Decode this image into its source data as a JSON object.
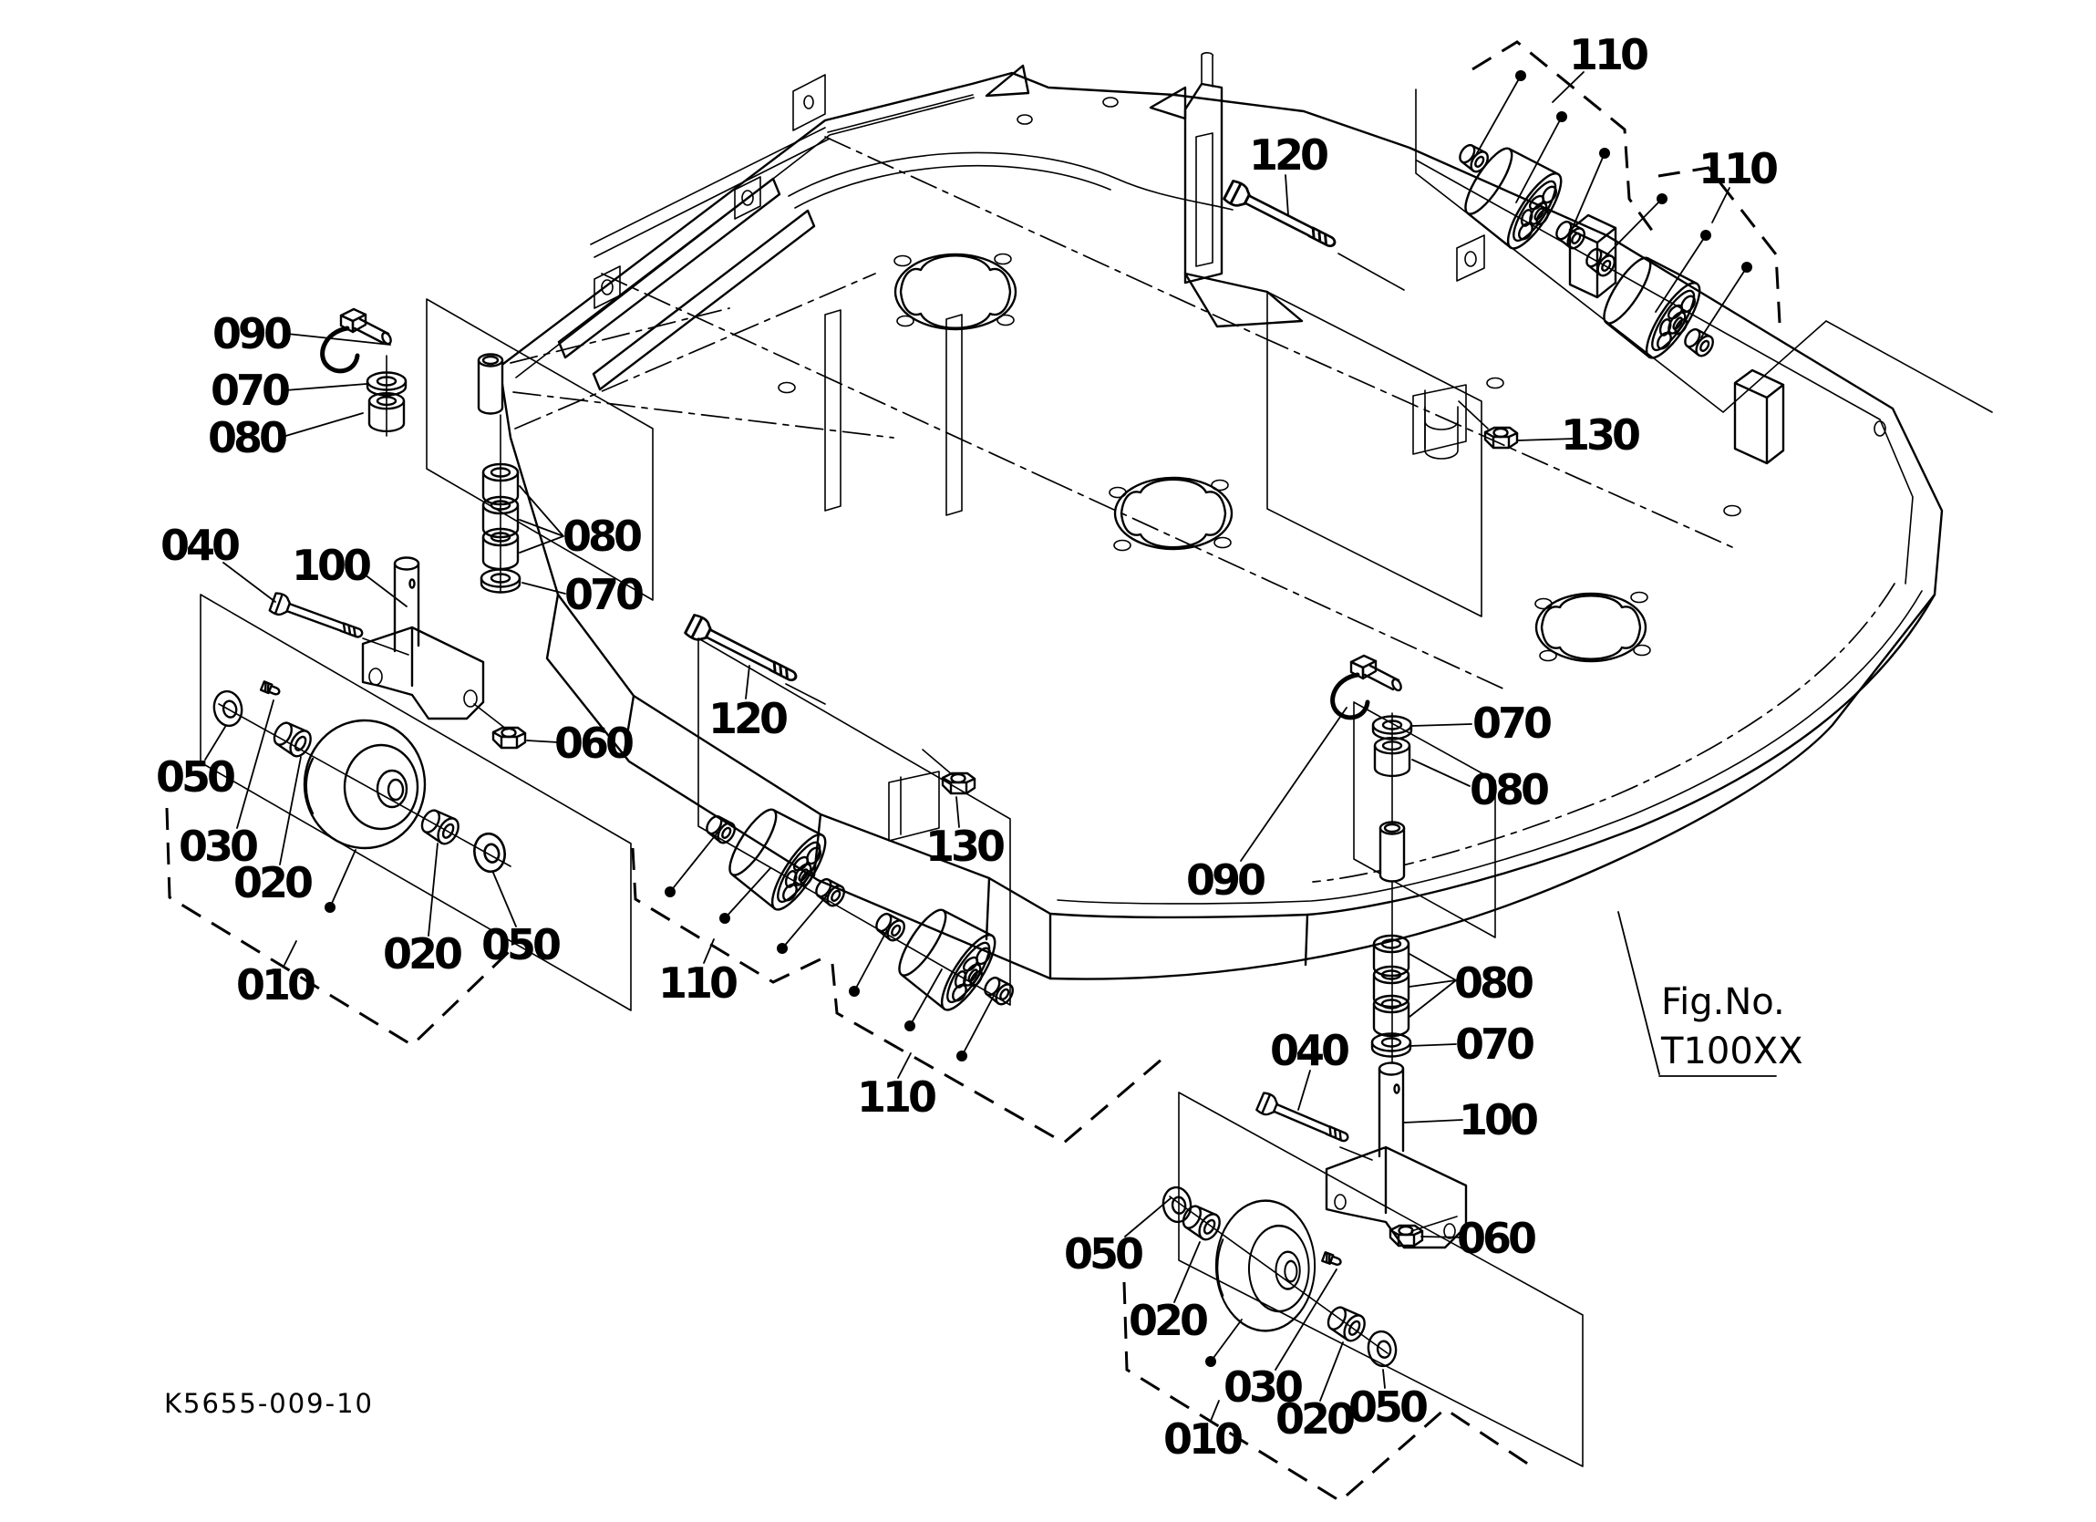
{
  "figure": {
    "fig_no_label": "Fig.No.",
    "fig_no_value": "T100XX",
    "drawing_number": "K5655-009-10"
  },
  "colors": {
    "line": "#000000",
    "background": "#ffffff"
  },
  "callouts": [
    {
      "text": "090",
      "part": "lynch-pin-left"
    },
    {
      "text": "070",
      "part": "washer-left-upper"
    },
    {
      "text": "080",
      "part": "bushing-left-upper"
    },
    {
      "text": "040",
      "part": "bolt-left-caster"
    },
    {
      "text": "100",
      "part": "pivot-shaft-left"
    },
    {
      "text": "080",
      "part": "bushing-stack-left"
    },
    {
      "text": "070",
      "part": "washer-stack-left"
    },
    {
      "text": "120",
      "part": "bolt-center"
    },
    {
      "text": "060",
      "part": "nut-left-caster"
    },
    {
      "text": "050",
      "part": "washer-left-wheel-outer"
    },
    {
      "text": "030",
      "part": "grease-fitting-left"
    },
    {
      "text": "020",
      "part": "bushing-left-wheel-outer"
    },
    {
      "text": "020",
      "part": "bushing-left-wheel-inner"
    },
    {
      "text": "050",
      "part": "washer-left-wheel-inner"
    },
    {
      "text": "010",
      "part": "caster-wheel-assy-left"
    },
    {
      "text": "110",
      "part": "roller-group-center-left"
    },
    {
      "text": "110",
      "part": "roller-group-center-right"
    },
    {
      "text": "130",
      "part": "nut-center"
    },
    {
      "text": "090",
      "part": "lynch-pin-right"
    },
    {
      "text": "120",
      "part": "bolt-top"
    },
    {
      "text": "110",
      "part": "roller-group-top-left"
    },
    {
      "text": "110",
      "part": "roller-group-top-right"
    },
    {
      "text": "130",
      "part": "nut-right"
    },
    {
      "text": "070",
      "part": "washer-right-upper"
    },
    {
      "text": "080",
      "part": "bushing-right-upper"
    },
    {
      "text": "080",
      "part": "bushing-stack-right"
    },
    {
      "text": "070",
      "part": "washer-stack-right"
    },
    {
      "text": "040",
      "part": "bolt-right-caster"
    },
    {
      "text": "100",
      "part": "pivot-shaft-right"
    },
    {
      "text": "060",
      "part": "nut-right-caster"
    },
    {
      "text": "050",
      "part": "washer-right-wheel-outer"
    },
    {
      "text": "020",
      "part": "bushing-right-wheel-outer"
    },
    {
      "text": "030",
      "part": "grease-fitting-right"
    },
    {
      "text": "020",
      "part": "bushing-right-wheel-inner"
    },
    {
      "text": "050",
      "part": "washer-right-wheel-inner"
    },
    {
      "text": "010",
      "part": "caster-wheel-assy-right"
    }
  ]
}
